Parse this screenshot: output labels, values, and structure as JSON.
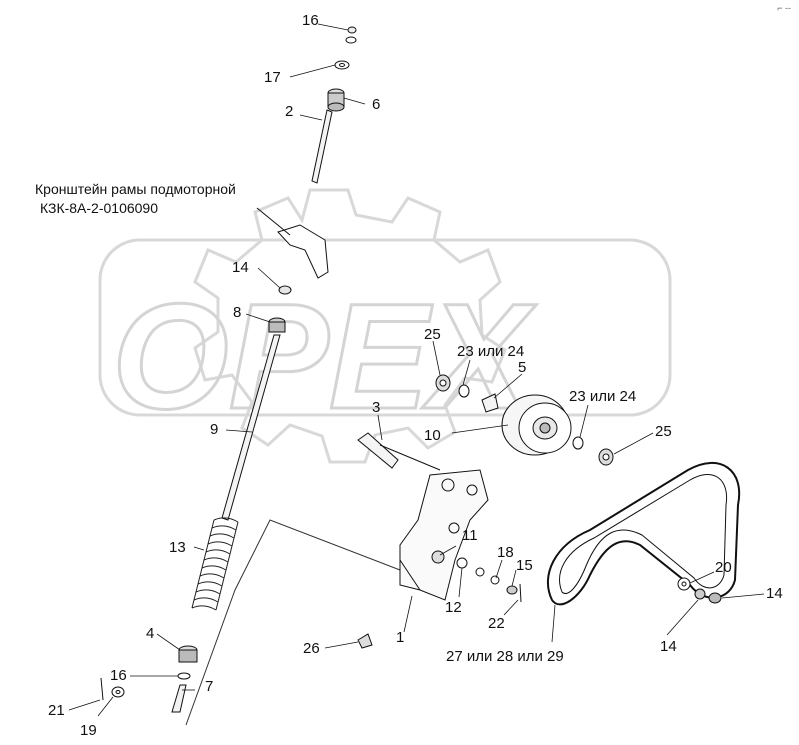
{
  "diagram": {
    "watermark": "OPEX",
    "corner_mark": "⌐ --",
    "note_line1": "Кронштейн рамы подмоторной",
    "note_line2": "КЗК-8А-2-0106090",
    "labels": {
      "l16a": "16",
      "l17": "17",
      "l6": "6",
      "l2": "2",
      "l14a": "14",
      "l8": "8",
      "l9": "9",
      "l13": "13",
      "l4": "4",
      "l16b": "16",
      "l7": "7",
      "l21": "21",
      "l19": "19",
      "l26": "26",
      "l1": "1",
      "l12": "12",
      "l11": "11",
      "l18": "18",
      "l15": "15",
      "l22": "22",
      "l3": "3",
      "l10": "10",
      "l25a": "25",
      "l2324a": "23 или 24",
      "l5": "5",
      "l2324b": "23 или 24",
      "l25b": "25",
      "l20": "20",
      "l14b": "14",
      "l14c": "14",
      "l272829": "27 или 28 или 29"
    }
  }
}
